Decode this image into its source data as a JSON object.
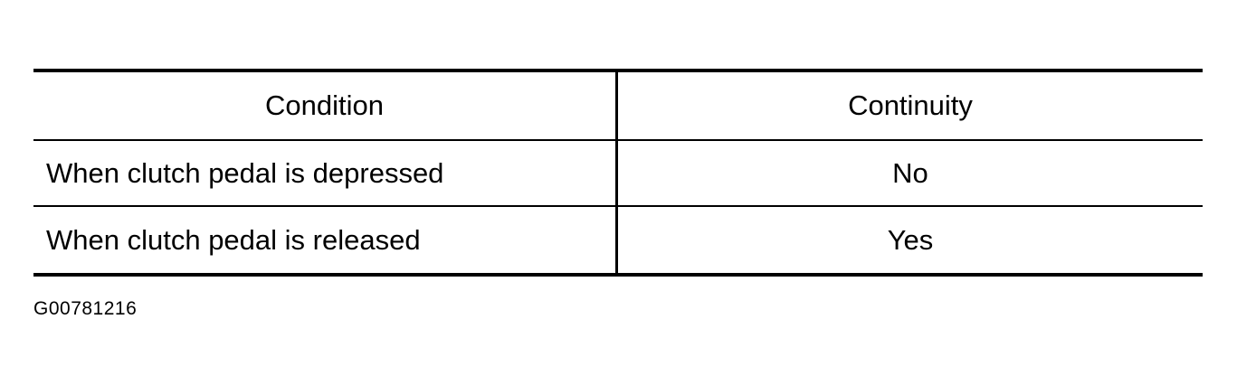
{
  "table": {
    "headers": [
      "Condition",
      "Continuity"
    ],
    "rows": [
      {
        "condition": "When clutch pedal is depressed",
        "continuity": "No"
      },
      {
        "condition": "When clutch pedal is released",
        "continuity": "Yes"
      }
    ]
  },
  "figure_code": "G00781216"
}
